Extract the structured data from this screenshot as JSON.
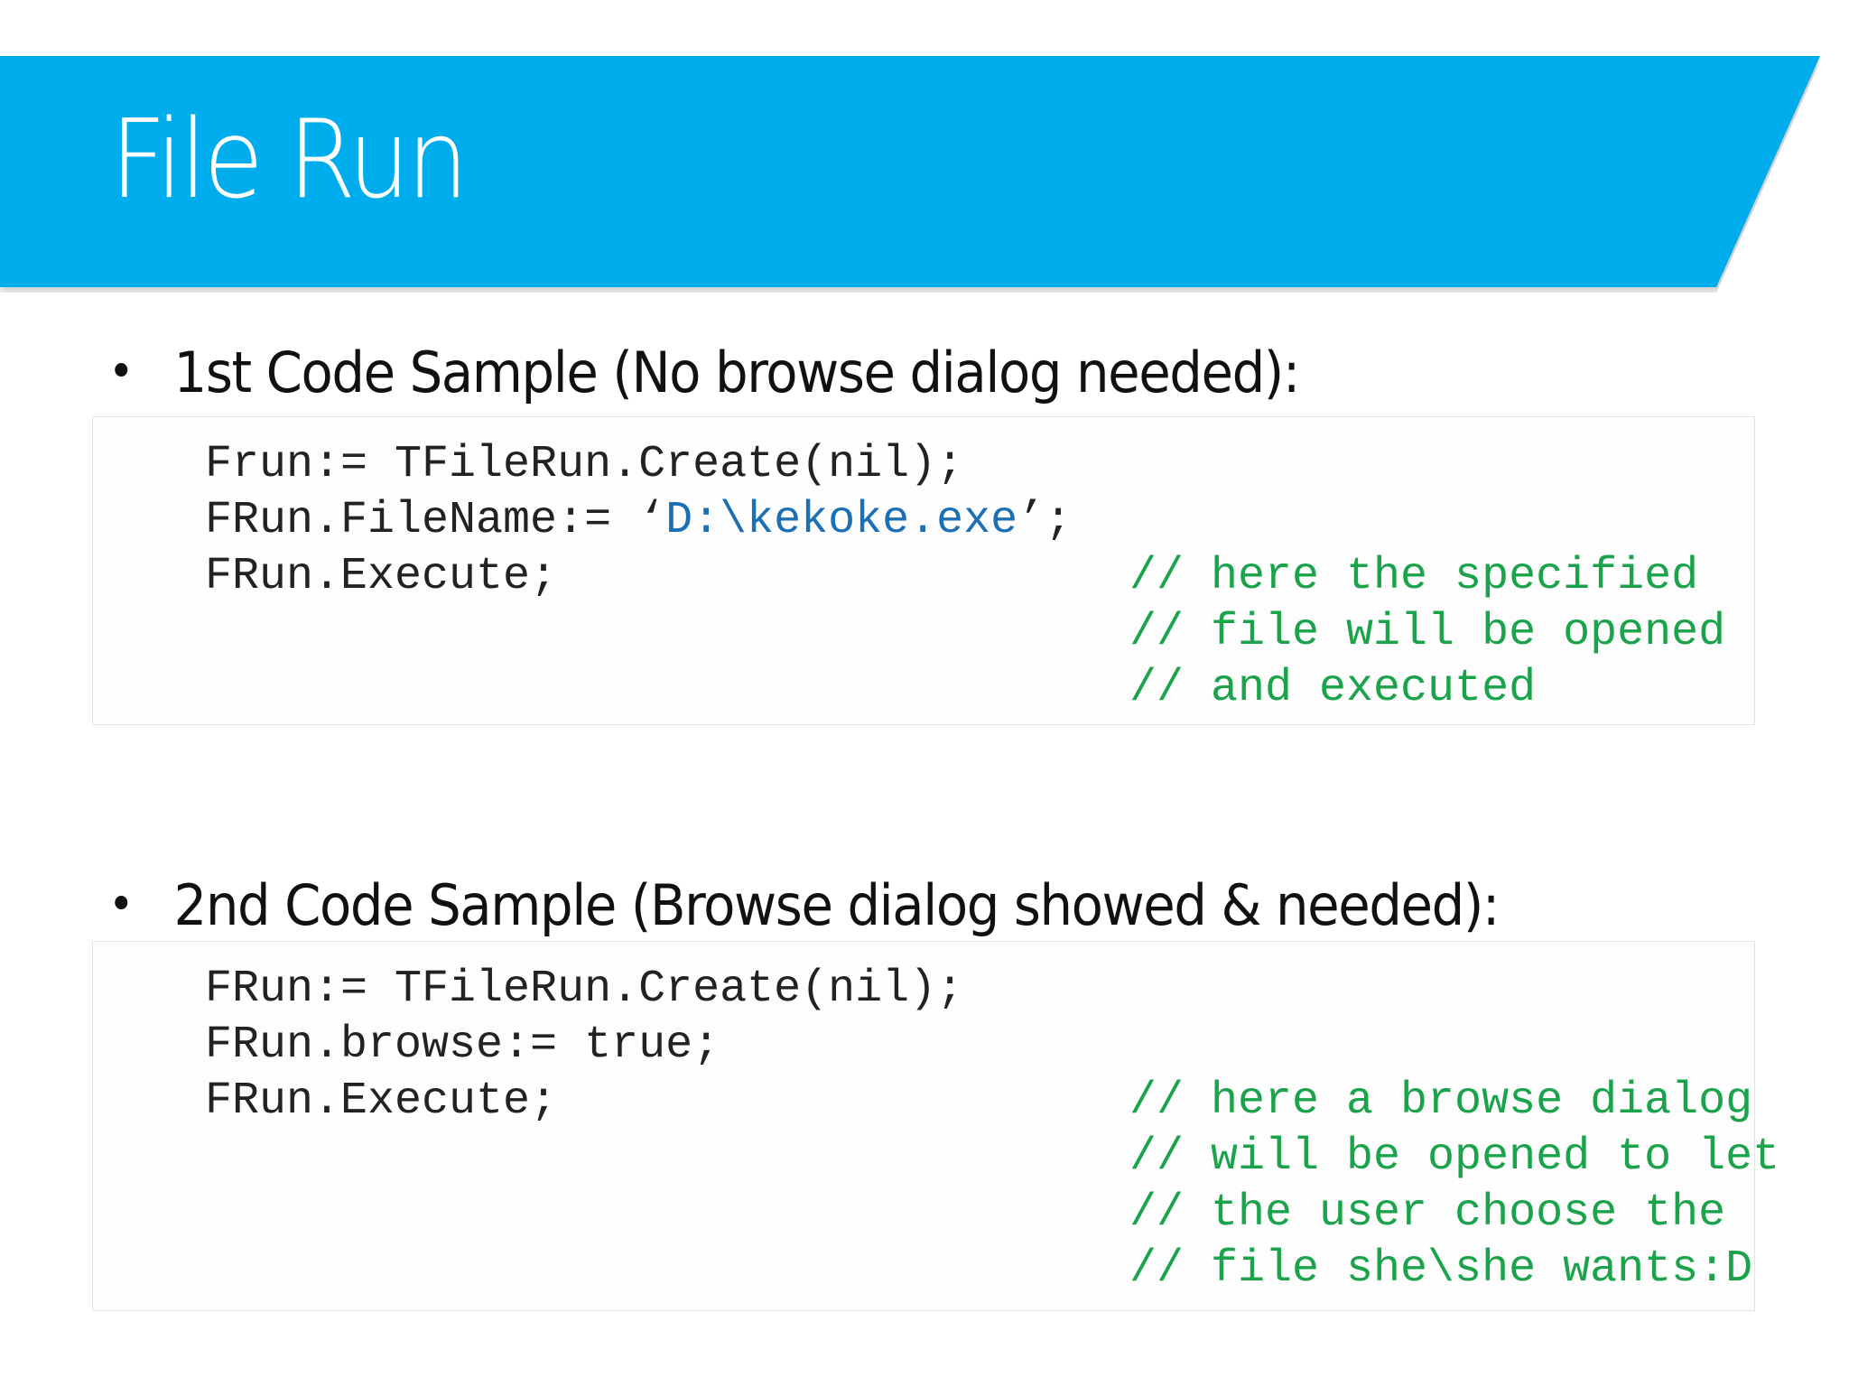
{
  "slide": {
    "title": "File Run",
    "banner_color": "#00adec"
  },
  "sections": [
    {
      "bullet_text": "1st Code Sample (No browse dialog needed):",
      "code_lines": [
        {
          "prefix": "Frun:= TFileRun.Create(nil);",
          "string": "",
          "suffix": ""
        },
        {
          "prefix": "FRun.FileName:= ‘",
          "string": "D:\\kekoke.exe",
          "suffix": "’;"
        },
        {
          "prefix": "FRun.Execute;",
          "string": "",
          "suffix": ""
        }
      ],
      "comments": [
        "// here the specified",
        "// file will be opened",
        "// and executed"
      ]
    },
    {
      "bullet_text": "2nd Code Sample (Browse dialog showed & needed):",
      "code_lines": [
        {
          "prefix": "FRun:= TFileRun.Create(nil);",
          "string": "",
          "suffix": ""
        },
        {
          "prefix": "FRun.browse:= true;",
          "string": "",
          "suffix": ""
        },
        {
          "prefix": "FRun.Execute;",
          "string": "",
          "suffix": ""
        }
      ],
      "comments": [
        "// here a browse dialog",
        "// will be opened to let",
        "// the user choose the",
        "// file she\\she wants:D"
      ]
    }
  ],
  "colors": {
    "comment": "#1aa34a",
    "string": "#1a6fb5",
    "code": "#222222"
  }
}
